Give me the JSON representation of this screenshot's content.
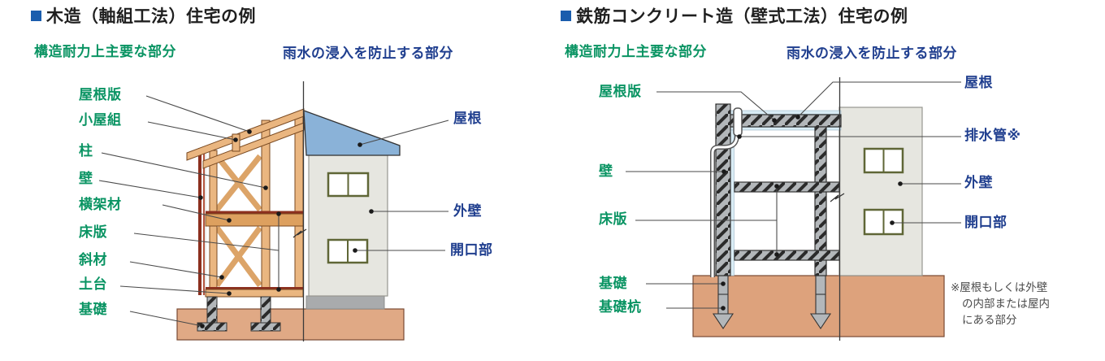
{
  "left_panel": {
    "title": "木造（軸組工法）住宅の例",
    "header_structural": "構造耐力上主要な部分",
    "header_rain": "雨水の浸入を防止する部分",
    "labels_structural": [
      "屋根版",
      "小屋組",
      "柱",
      "壁",
      "横架材",
      "床版",
      "斜材",
      "土台",
      "基礎"
    ],
    "labels_rain": [
      "屋根",
      "外壁",
      "開口部"
    ]
  },
  "right_panel": {
    "title": "鉄筋コンクリート造（壁式工法）住宅の例",
    "header_structural": "構造耐力上主要な部分",
    "header_rain": "雨水の浸入を防止する部分",
    "labels_structural": [
      "屋根版",
      "壁",
      "床版",
      "基礎",
      "基礎杭"
    ],
    "labels_rain": [
      "屋根",
      "排水管※",
      "外壁",
      "開口部"
    ],
    "footnote_lines": [
      "※屋根もしくは外壁",
      "の内部または屋内",
      "にある部分"
    ]
  },
  "colors": {
    "structural_green": "#0a9463",
    "rain_blue": "#203f8f",
    "title_bullet_blue": "#1a5dad",
    "roof_blue": "#8ab2d8",
    "exterior_wall_gray": "#e6e6e0",
    "wood_tan": "#eab680",
    "wood_beam": "#dda05f",
    "wall_layer_red": "#8c2f1e",
    "concrete_gray": "#b3b7ba",
    "ground_brown": "#e0a985",
    "window_frame_olive": "#5f6636"
  }
}
